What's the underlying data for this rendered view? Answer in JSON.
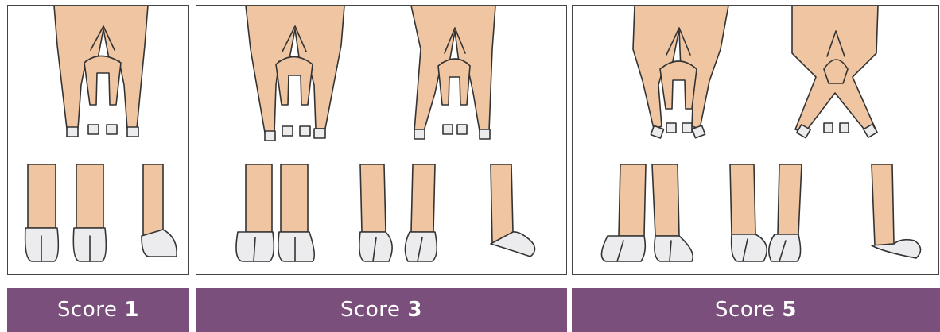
{
  "colors": {
    "skin": "#f0c6a2",
    "hoof": "#ececee",
    "outline": "#333333",
    "bar": "#7b4f7b",
    "bar_text": "#ffffff"
  },
  "scores": [
    {
      "label": "Score",
      "value": "1"
    },
    {
      "label": "Score",
      "value": "3"
    },
    {
      "label": "Score",
      "value": "5"
    }
  ]
}
